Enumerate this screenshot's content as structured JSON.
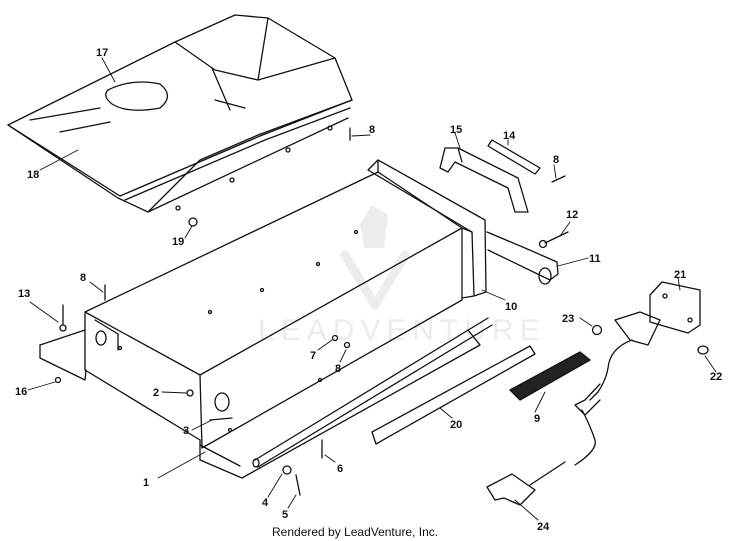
{
  "footer": "Rendered by LeadVenture, Inc.",
  "watermark": "LEADVENTURE",
  "callouts": [
    "1",
    "2",
    "3",
    "4",
    "5",
    "6",
    "7",
    "8",
    "8",
    "8",
    "8",
    "9",
    "10",
    "11",
    "12",
    "13",
    "14",
    "15",
    "16",
    "17",
    "18",
    "19",
    "20",
    "21",
    "22",
    "23",
    "24"
  ],
  "colors": {
    "ink": "#111111",
    "paper": "#ffffff"
  }
}
